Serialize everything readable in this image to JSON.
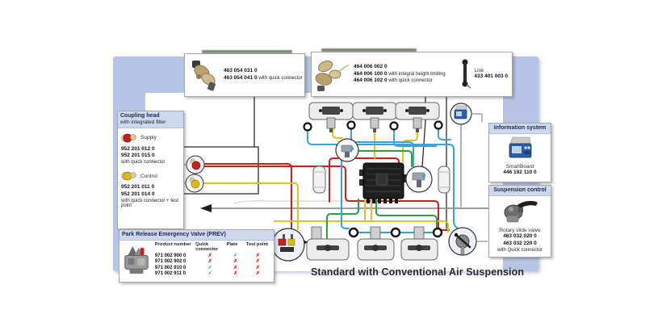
{
  "caption": "Standard with Conventional Air Suspension",
  "colors": {
    "panel": "#b7c5e5",
    "box_header": "#cdd8ec",
    "tube_red": "#c92222",
    "tube_yellow": "#d9c51e",
    "tube_green": "#2f9e44",
    "tube_blue": "#3aa2d6",
    "cable_gray": "#8f8f8f",
    "check_green": "#1e8a34",
    "cross_red": "#cc1f1f"
  },
  "callout_left": {
    "number1": "463 054 031 0",
    "number2": "463 054 041 0",
    "note2": "with quick connector"
  },
  "callout_right": {
    "rows": [
      {
        "number": "464 006 002 0",
        "note": ""
      },
      {
        "number": "464 006 100 0",
        "note": "with integral height limiting"
      },
      {
        "number": "464 006 102 0",
        "note": "with quick connector"
      }
    ],
    "link_label": "Link",
    "link_number": "433 401 003 0"
  },
  "coupling_head": {
    "title": "Coupling head",
    "subtitle": "with integrated filter",
    "supply_label": "Supply",
    "supply_number1": "952 201 012 0",
    "supply_number2": "952 201 015 0",
    "supply_note": "with quick connector",
    "control_label": "Control",
    "control_number1": "952 201 011 0",
    "control_number2": "952 201 014 0",
    "control_note": "with quick connector + test point"
  },
  "prev_table": {
    "title": "Park Release Emergency Valve (PREV)",
    "col_product": "Product number",
    "col_quick": "Quick connector",
    "col_plate": "Plate",
    "col_test": "Test point",
    "rows": [
      [
        "971 002 900 0",
        "✗",
        "✓",
        "✗"
      ],
      [
        "971 002 902 0",
        "✗",
        "✗",
        "✗"
      ],
      [
        "971 002 910 0",
        "✓",
        "✗",
        "✗"
      ],
      [
        "971 002 911 0",
        "✓",
        "✗",
        "✗"
      ]
    ]
  },
  "information_system": {
    "title": "Information system",
    "product": "SmartBoard",
    "number": "446 192 110 0"
  },
  "suspension_control": {
    "title": "Suspension control",
    "product": "Rotary slide valve",
    "number1": "463 032 020 0",
    "number2": "463 032 220 0",
    "note2": "with Quick connector"
  }
}
